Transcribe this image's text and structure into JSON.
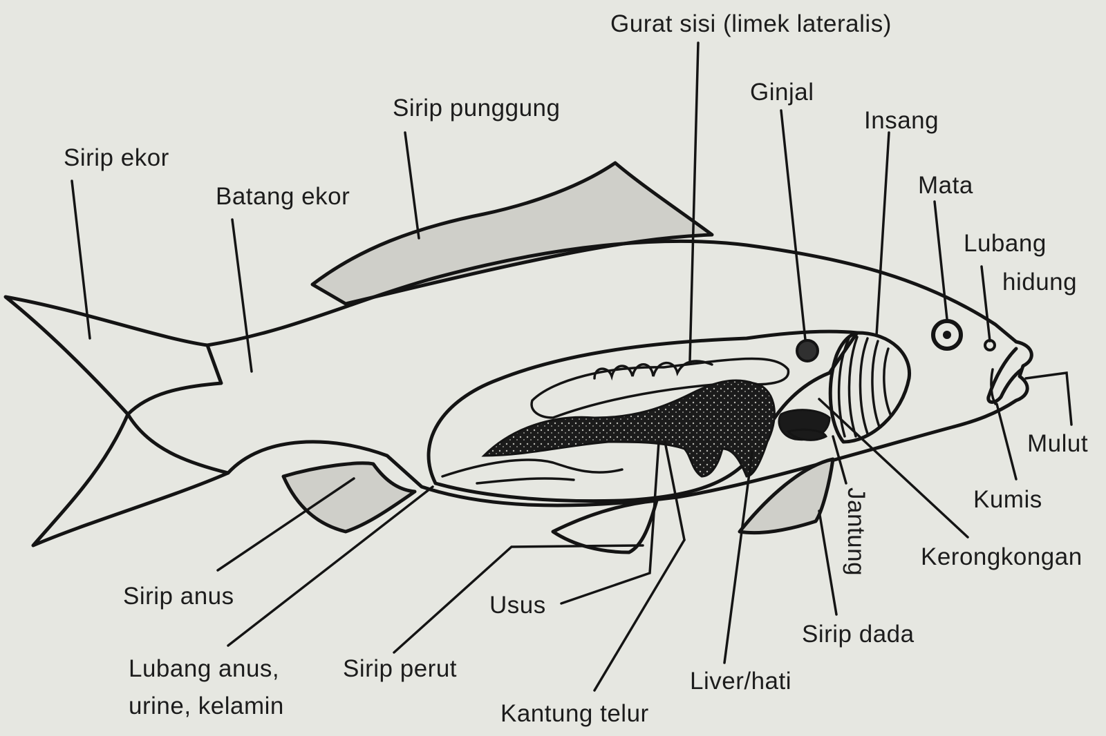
{
  "title": "",
  "labels": {
    "gurat_sisi": "Gurat sisi (limek lateralis)",
    "ginjal": "Ginjal",
    "insang": "Insang",
    "sirip_punggung": "Sirip punggung",
    "sirip_ekor": "Sirip ekor",
    "batang_ekor": "Batang ekor",
    "mata": "Mata",
    "lubang_hidung_line1": "Lubang",
    "lubang_hidung_line2": "hidung",
    "mulut": "Mulut",
    "kumis": "Kumis",
    "kerongkongan": "Kerongkongan",
    "jantung": "Jantung",
    "sirip_dada": "Sirip dada",
    "liver_hati": "Liver/hati",
    "kantung_telur": "Kantung telur",
    "usus": "Usus",
    "sirip_perut": "Sirip perut",
    "lubang_anus_line1": "Lubang anus,",
    "lubang_anus_line2": "urine, kelamin",
    "sirip_anus": "Sirip anus"
  }
}
